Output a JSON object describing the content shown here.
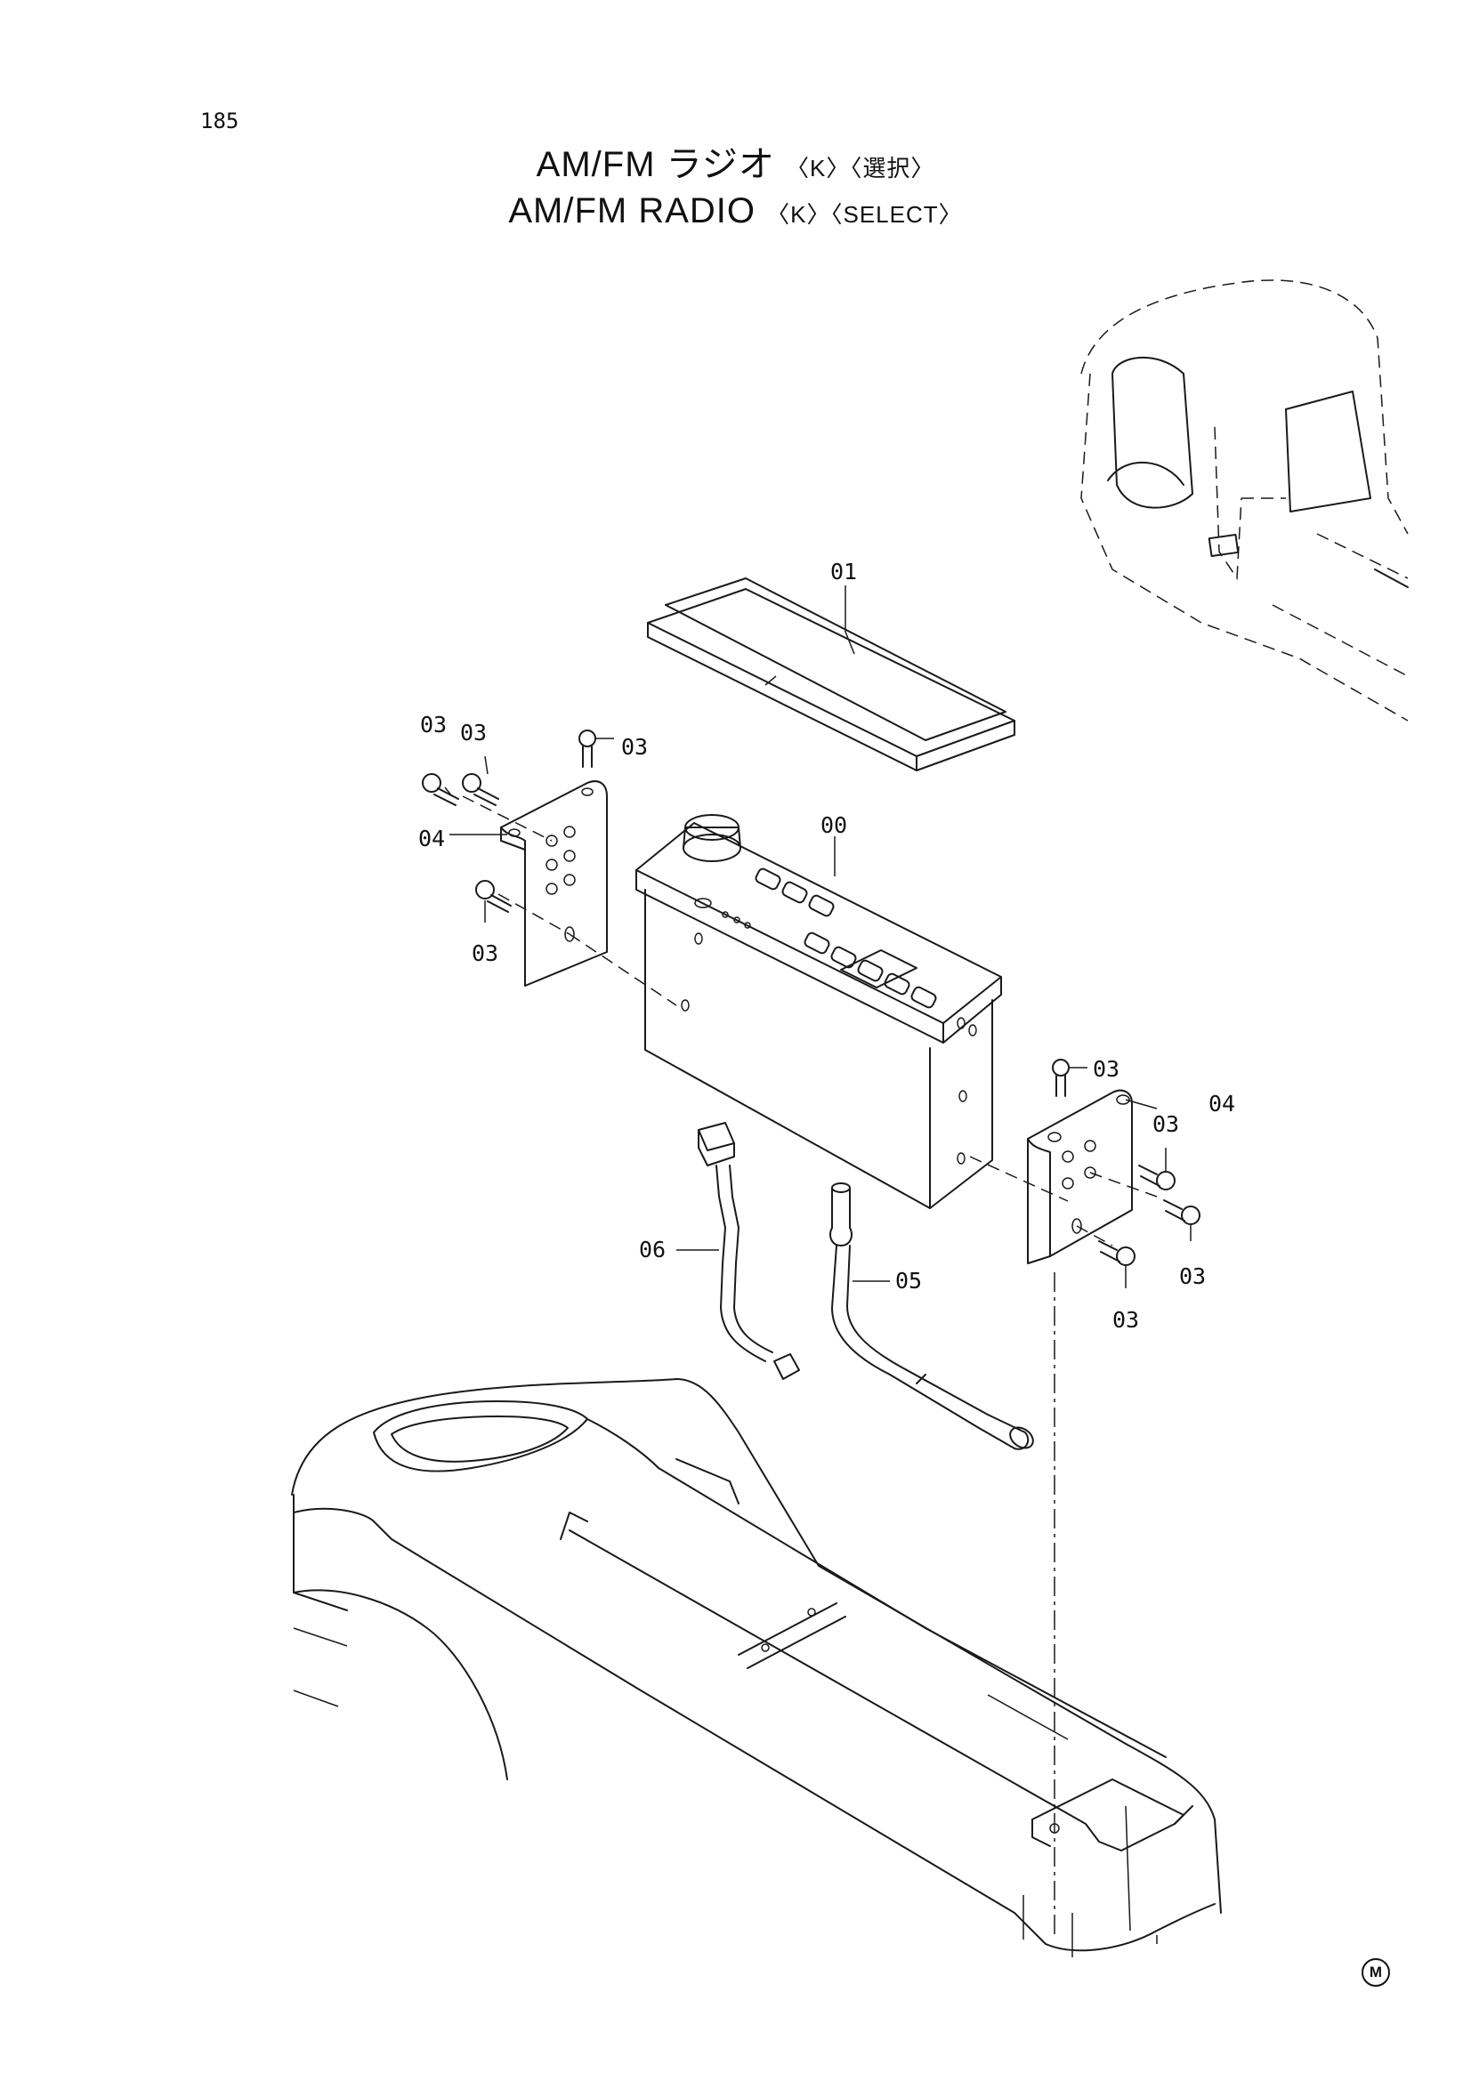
{
  "page": {
    "number": "185"
  },
  "title": {
    "jp_main": "AM/FM ラジオ",
    "jp_tags": "〈K〉〈選択〉",
    "en_main": "AM/FM RADIO",
    "en_tags": "〈K〉〈SELECT〉"
  },
  "callouts": {
    "c00": "00",
    "c01": "01",
    "c03_a": "03",
    "c03_b": "03",
    "c03_c": "03",
    "c03_d": "03",
    "c03_e": "03",
    "c03_f": "03",
    "c03_g": "03",
    "c03_h": "03",
    "c04_left": "04",
    "c04_right": "04",
    "c05": "05",
    "c06": "06"
  },
  "footer": {
    "mark": "M"
  }
}
